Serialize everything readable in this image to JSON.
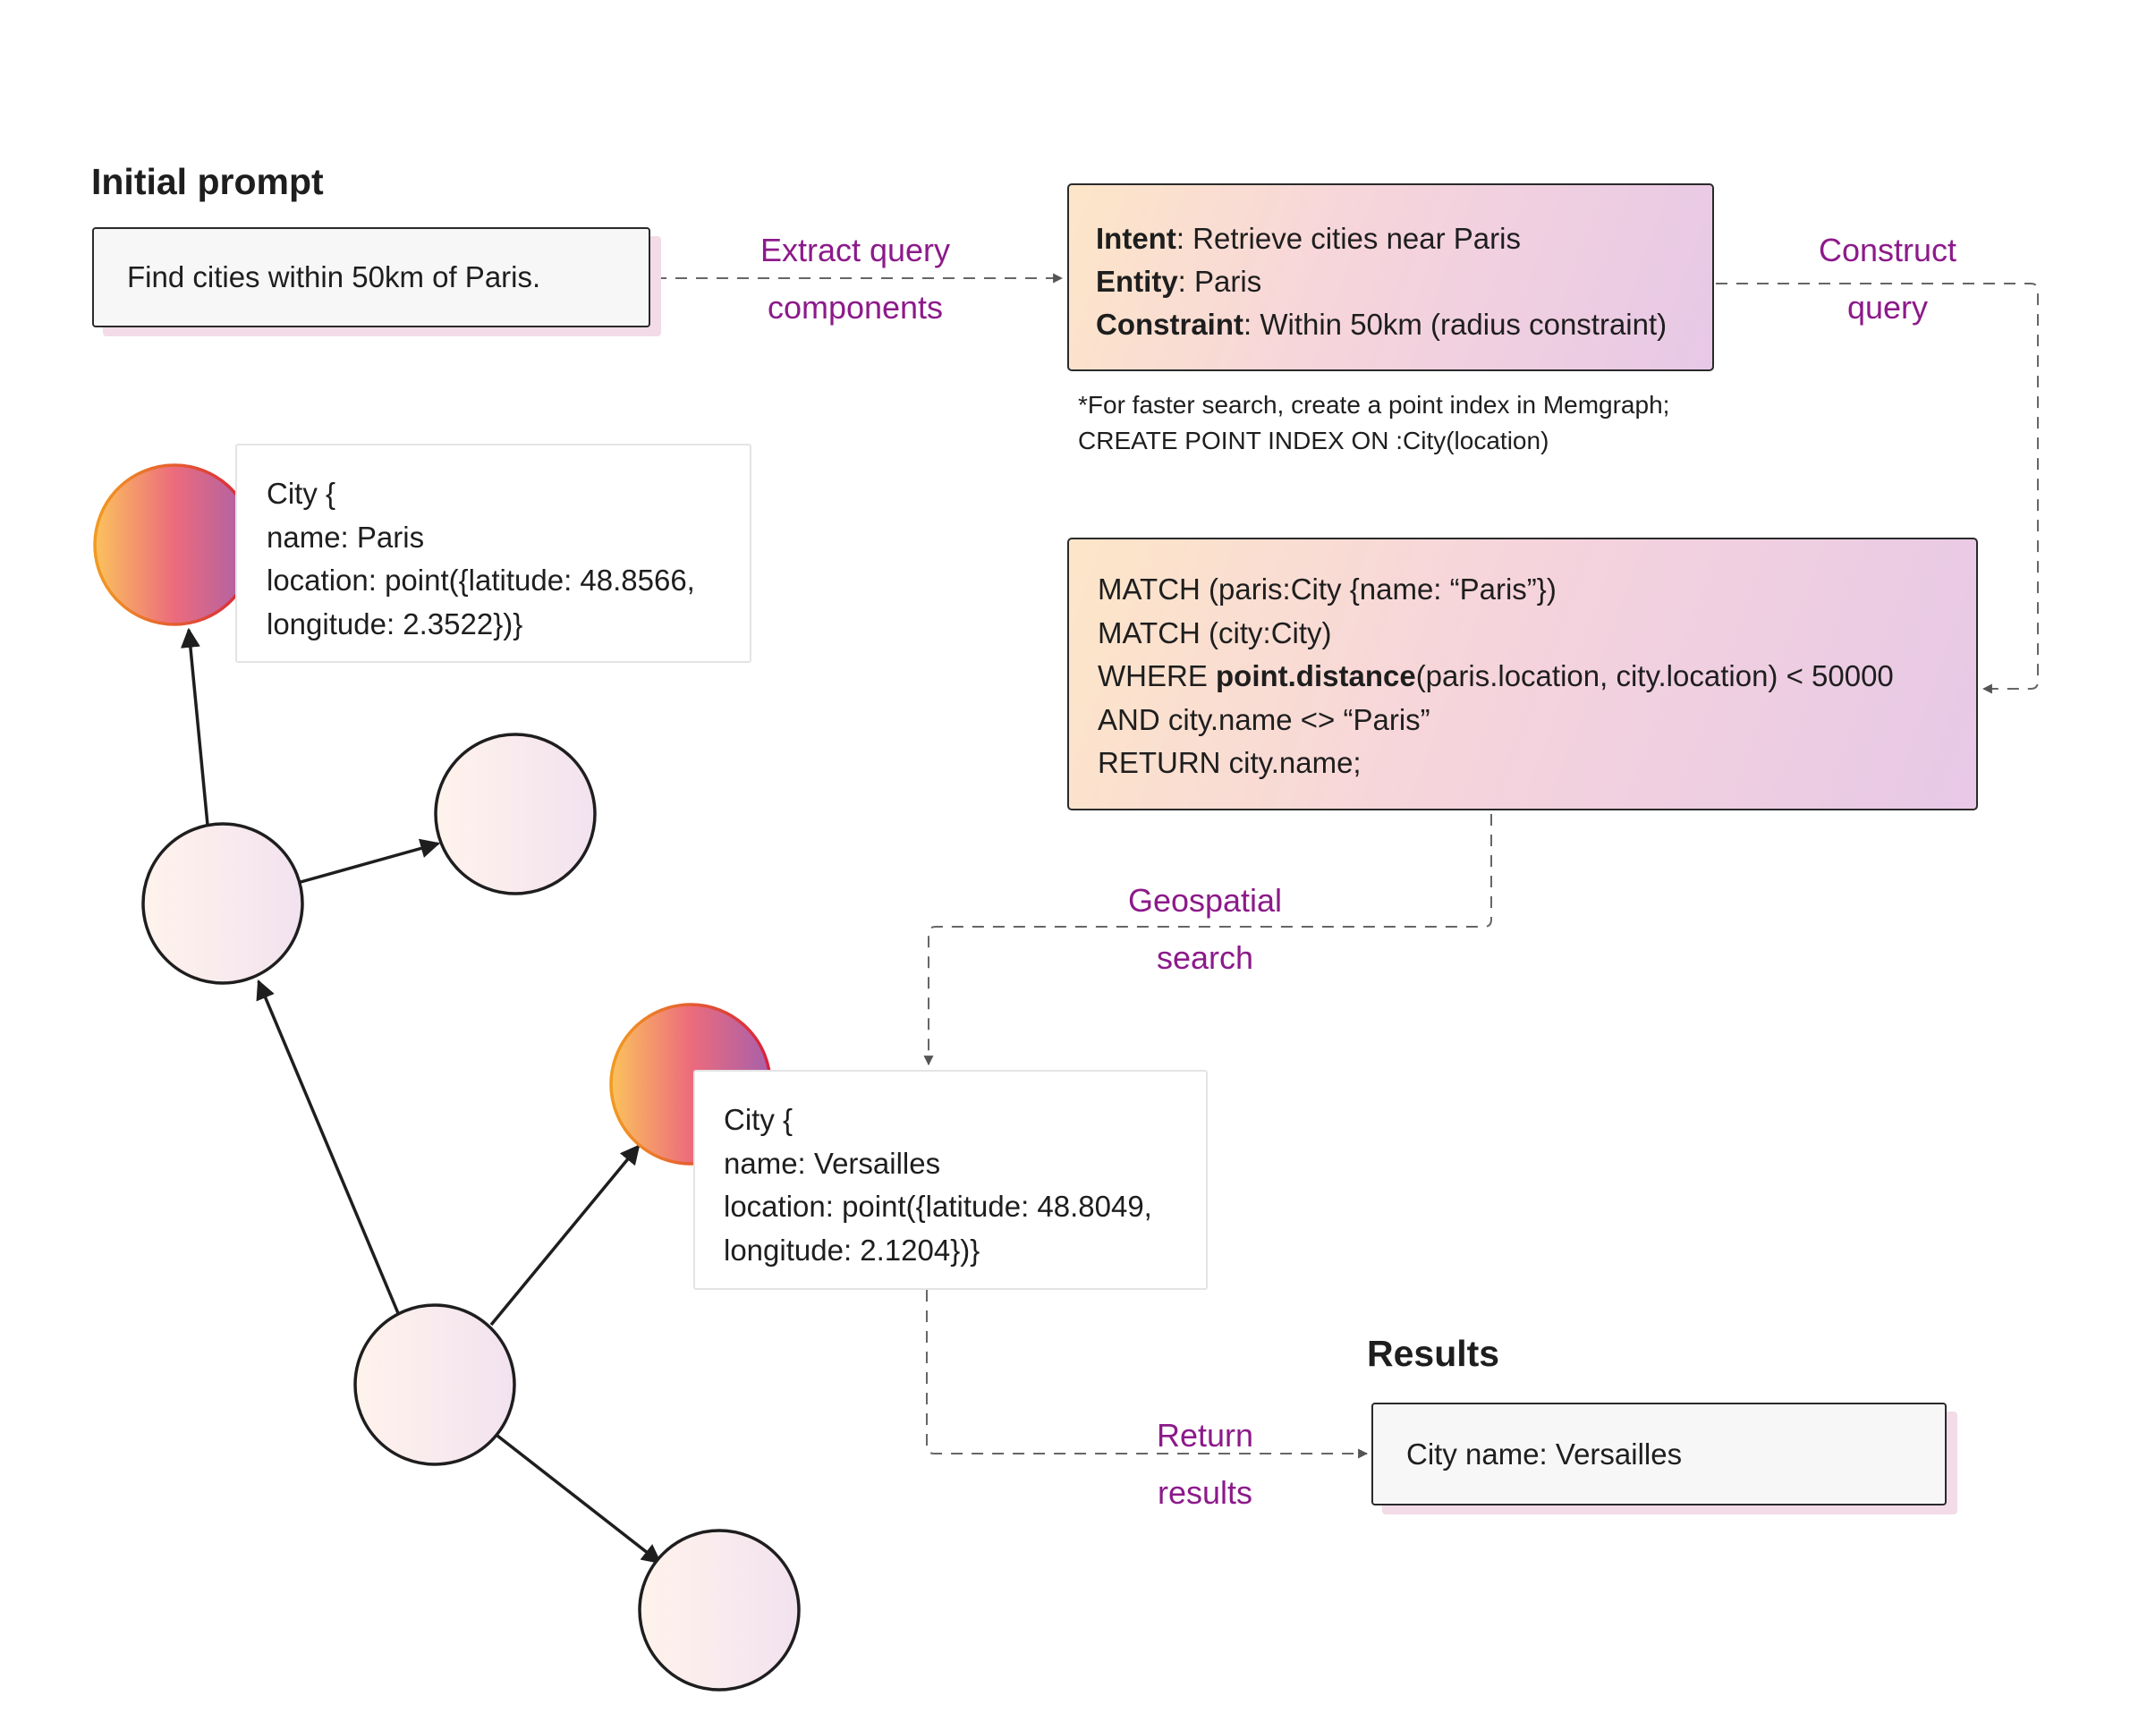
{
  "headings": {
    "initial_prompt": "Initial prompt",
    "results": "Results"
  },
  "prompt": {
    "text": "Find cities within 50km of Paris."
  },
  "steps": {
    "extract": {
      "line1": "Extract query",
      "line2": "components"
    },
    "construct": {
      "line1": "Construct",
      "line2": "query"
    },
    "geospatial": {
      "line1": "Geospatial",
      "line2": "search"
    },
    "return": {
      "line1": "Return",
      "line2": "results"
    }
  },
  "query_components": {
    "intent_label": "Intent",
    "intent_value": ": Retrieve cities near Paris",
    "entity_label": "Entity",
    "entity_value": ": Paris",
    "constraint_label": "Constraint",
    "constraint_value": ": Within 50km (radius constraint)"
  },
  "note": {
    "line1": "*For faster search, create a point index in Memgraph;",
    "line2": "CREATE POINT INDEX ON :City(location)"
  },
  "cypher": {
    "line1": "MATCH (paris:City {name: “Paris”})",
    "line2": "MATCH (city:City)",
    "line3_prefix": "WHERE ",
    "line3_bold": "point.distance",
    "line3_suffix": "(paris.location, city.location) < 50000",
    "line4": "AND city.name <> “Paris”",
    "line5": "RETURN city.name;"
  },
  "paris_node": {
    "line1": "City {",
    "line2": "name: Paris",
    "line3": "location: point({latitude: 48.8566,",
    "line4": "longitude: 2.3522})}"
  },
  "versailles_node": {
    "line1": "City {",
    "line2": "name: Versailles",
    "line3": "location: point({latitude: 48.8049,",
    "line4": "longitude: 2.1204})}"
  },
  "result": {
    "text": "City name: Versailles"
  },
  "colors": {
    "step_label": "#8c1a8a",
    "node_stroke": "#1e1e1e",
    "highlight_stroke": "#d4264a",
    "gradient_start": "#fde6c8",
    "gradient_end": "#e7c8e6"
  }
}
